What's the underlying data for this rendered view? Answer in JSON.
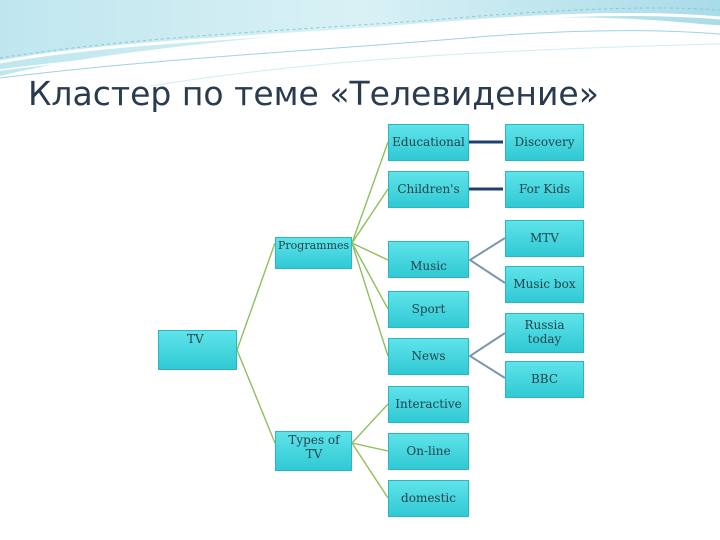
{
  "slide": {
    "title": "Кластер по теме «Телевидение»"
  },
  "colors": {
    "node_fill": "#3fd1db",
    "node_border": "#2ab7c2",
    "connector": "#8fbf5a",
    "bracket": "#7f97ab",
    "arrow": "#1f3f6e",
    "title": "#2a3b4e"
  },
  "nodes": {
    "tv": "TV",
    "programmes": "Programmes",
    "types_of_tv": "Types of TV",
    "educational": "Educational",
    "childrens": "Children's",
    "music": "Music",
    "sport": "Sport",
    "news": "News",
    "interactive": "Interactive",
    "online": "On-line",
    "domestic": "domestic",
    "discovery": "Discovery",
    "for_kids": "For Kids",
    "mtv": "MTV",
    "music_box": "Music box",
    "russia_today": "Russia today",
    "bbc": "BBC"
  },
  "edges": [
    [
      "tv",
      "programmes"
    ],
    [
      "tv",
      "types_of_tv"
    ],
    [
      "programmes",
      "educational"
    ],
    [
      "programmes",
      "childrens"
    ],
    [
      "programmes",
      "music"
    ],
    [
      "programmes",
      "sport"
    ],
    [
      "programmes",
      "news"
    ],
    [
      "types_of_tv",
      "interactive"
    ],
    [
      "types_of_tv",
      "online"
    ],
    [
      "types_of_tv",
      "domestic"
    ],
    [
      "educational",
      "discovery"
    ],
    [
      "childrens",
      "for_kids"
    ],
    [
      "music",
      "mtv"
    ],
    [
      "music",
      "music_box"
    ],
    [
      "news",
      "russia_today"
    ],
    [
      "news",
      "bbc"
    ]
  ]
}
